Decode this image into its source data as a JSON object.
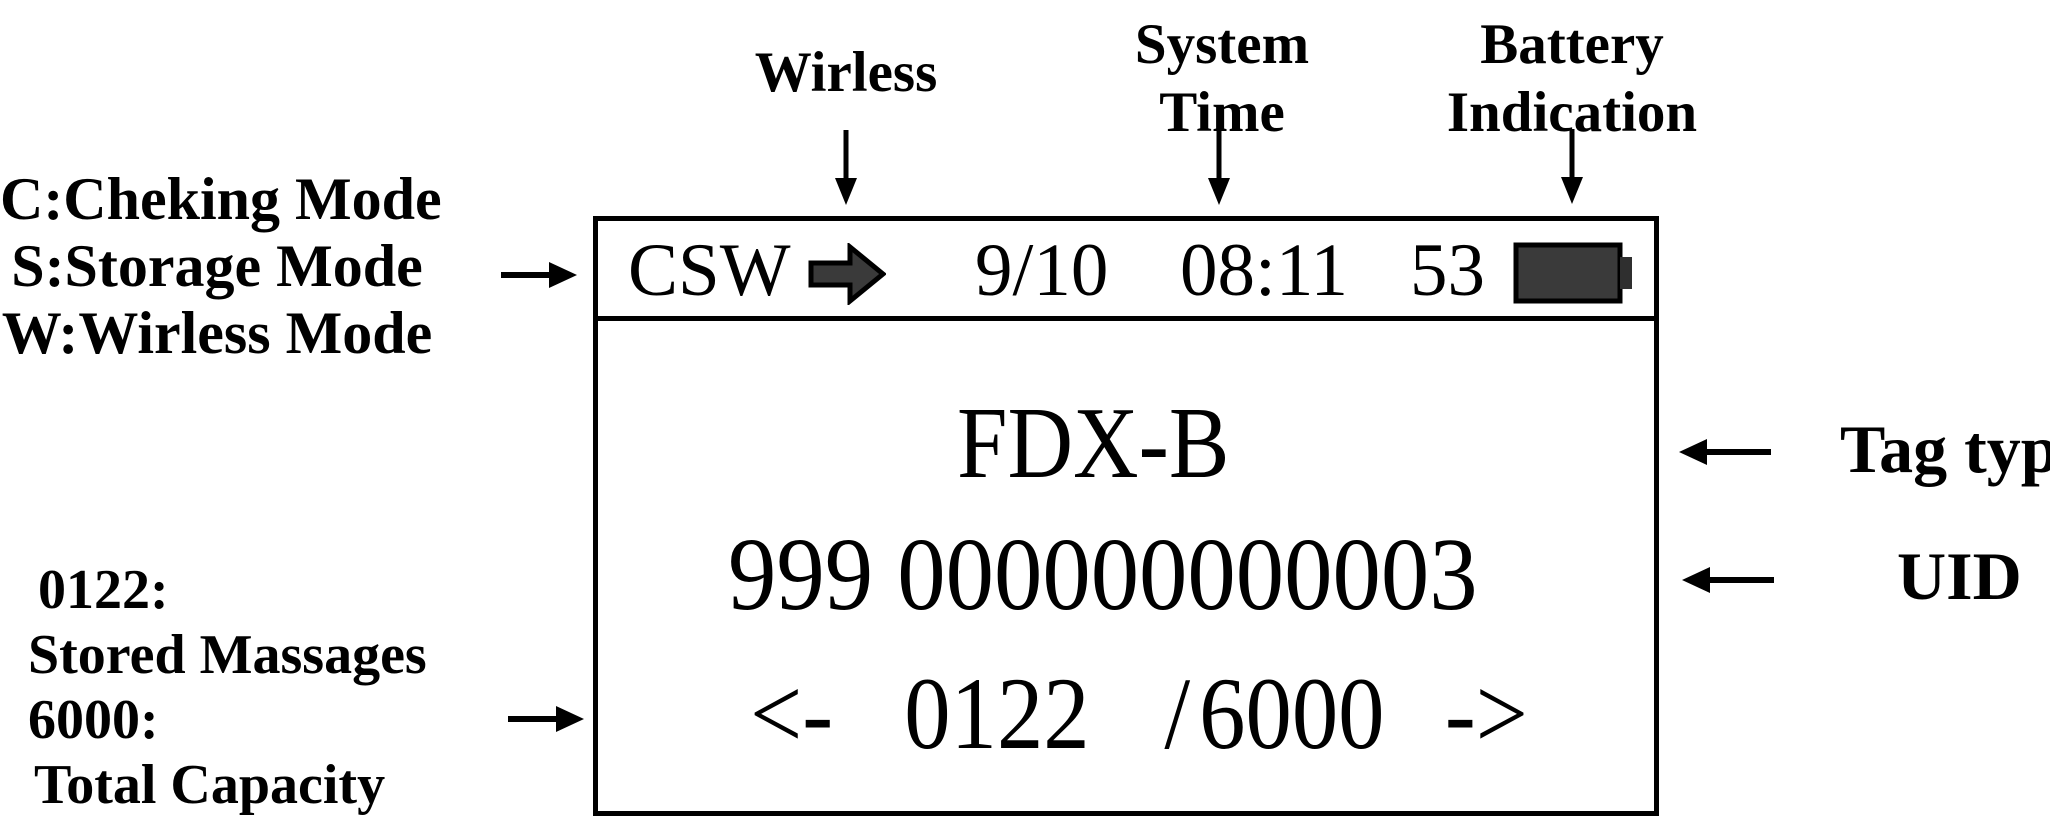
{
  "figure": {
    "callouts": {
      "wireless": "Wirless",
      "system_time_line1": "System",
      "system_time_line2": "Time",
      "battery_line1": "Battery",
      "battery_line2": "Indication",
      "mode_line1": "C:Cheking Mode",
      "mode_line2": "S:Storage Mode",
      "mode_line3": "W:Wirless Mode",
      "counter_line1": "0122:",
      "counter_line2": "Stored Massages",
      "counter_line3": "6000:",
      "counter_line4": "Total Capacity",
      "tag_type": "Tag type",
      "uid": "UID"
    },
    "display": {
      "status": {
        "modes": "CSW",
        "date": "9/10",
        "time": "08:11",
        "battery_percent": "53"
      },
      "tag_type": "FDX-B",
      "uid": "999 000000000003",
      "pager": {
        "prev": "<-",
        "stored": "0122",
        "separator": "/",
        "capacity": "6000",
        "next": "->"
      }
    },
    "icons": {
      "wireless": "block-arrow-right",
      "battery": "battery-level"
    },
    "colors": {
      "ink": "#000000",
      "background": "#ffffff",
      "icon_fill": "#3a3a3a"
    }
  }
}
